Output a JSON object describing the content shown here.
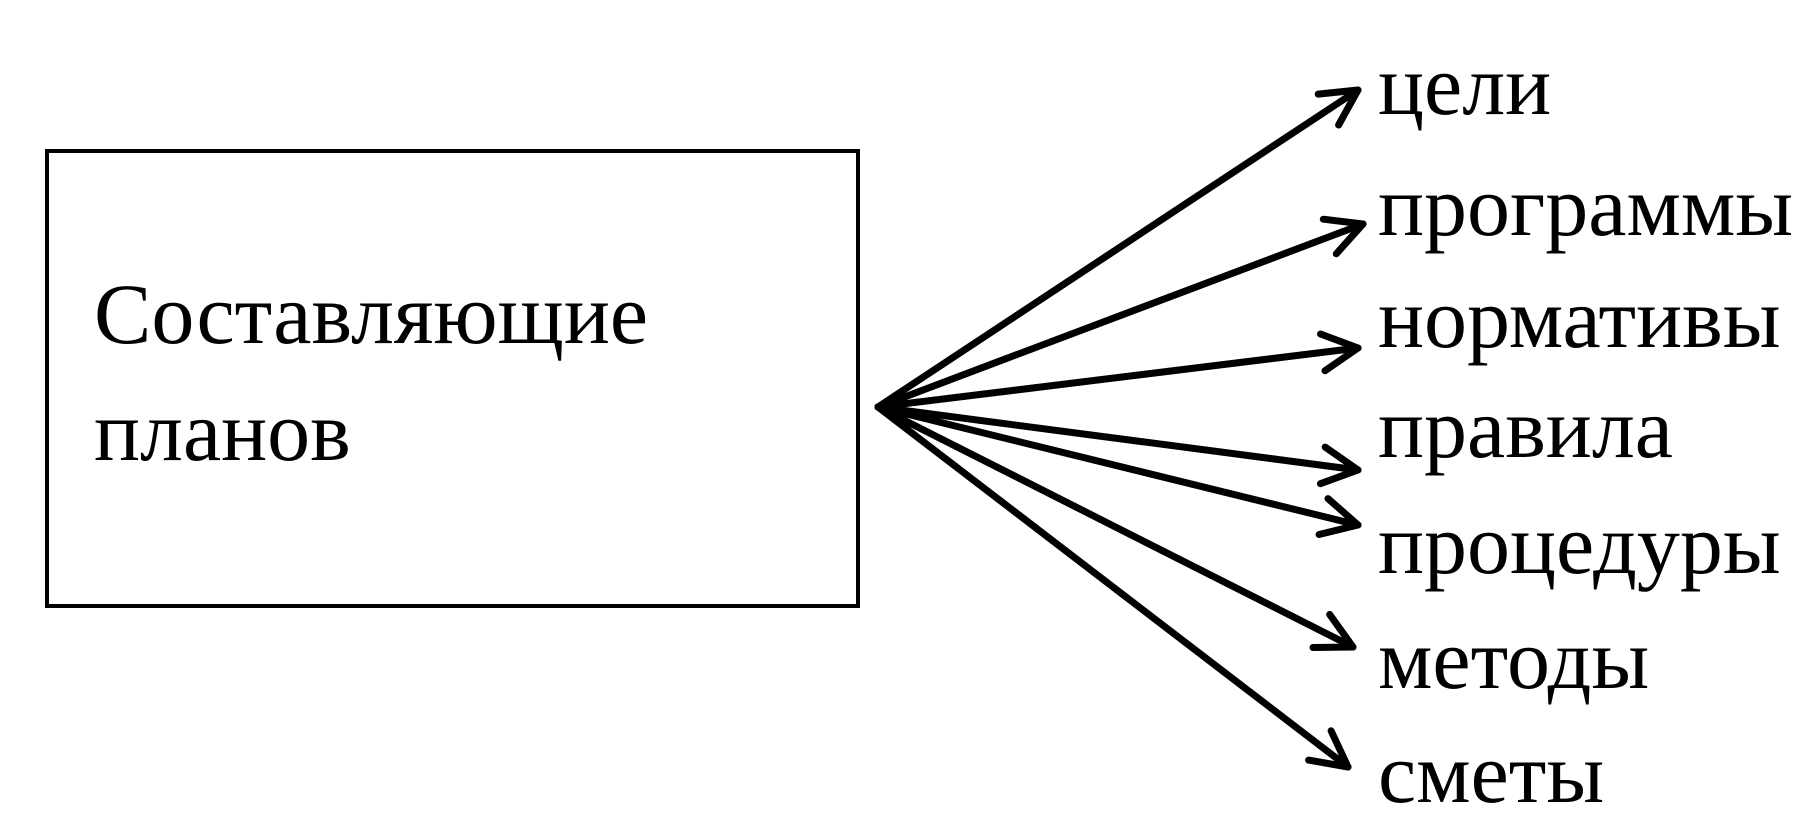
{
  "source": {
    "lines": [
      "Составляющие",
      "планов"
    ]
  },
  "targets": [
    "цели",
    "программы",
    "нормативы",
    "правила",
    "процедуры",
    "методы",
    "сметы"
  ],
  "colors": {
    "stroke": "#000000",
    "text": "#000000",
    "background": "#ffffff"
  }
}
